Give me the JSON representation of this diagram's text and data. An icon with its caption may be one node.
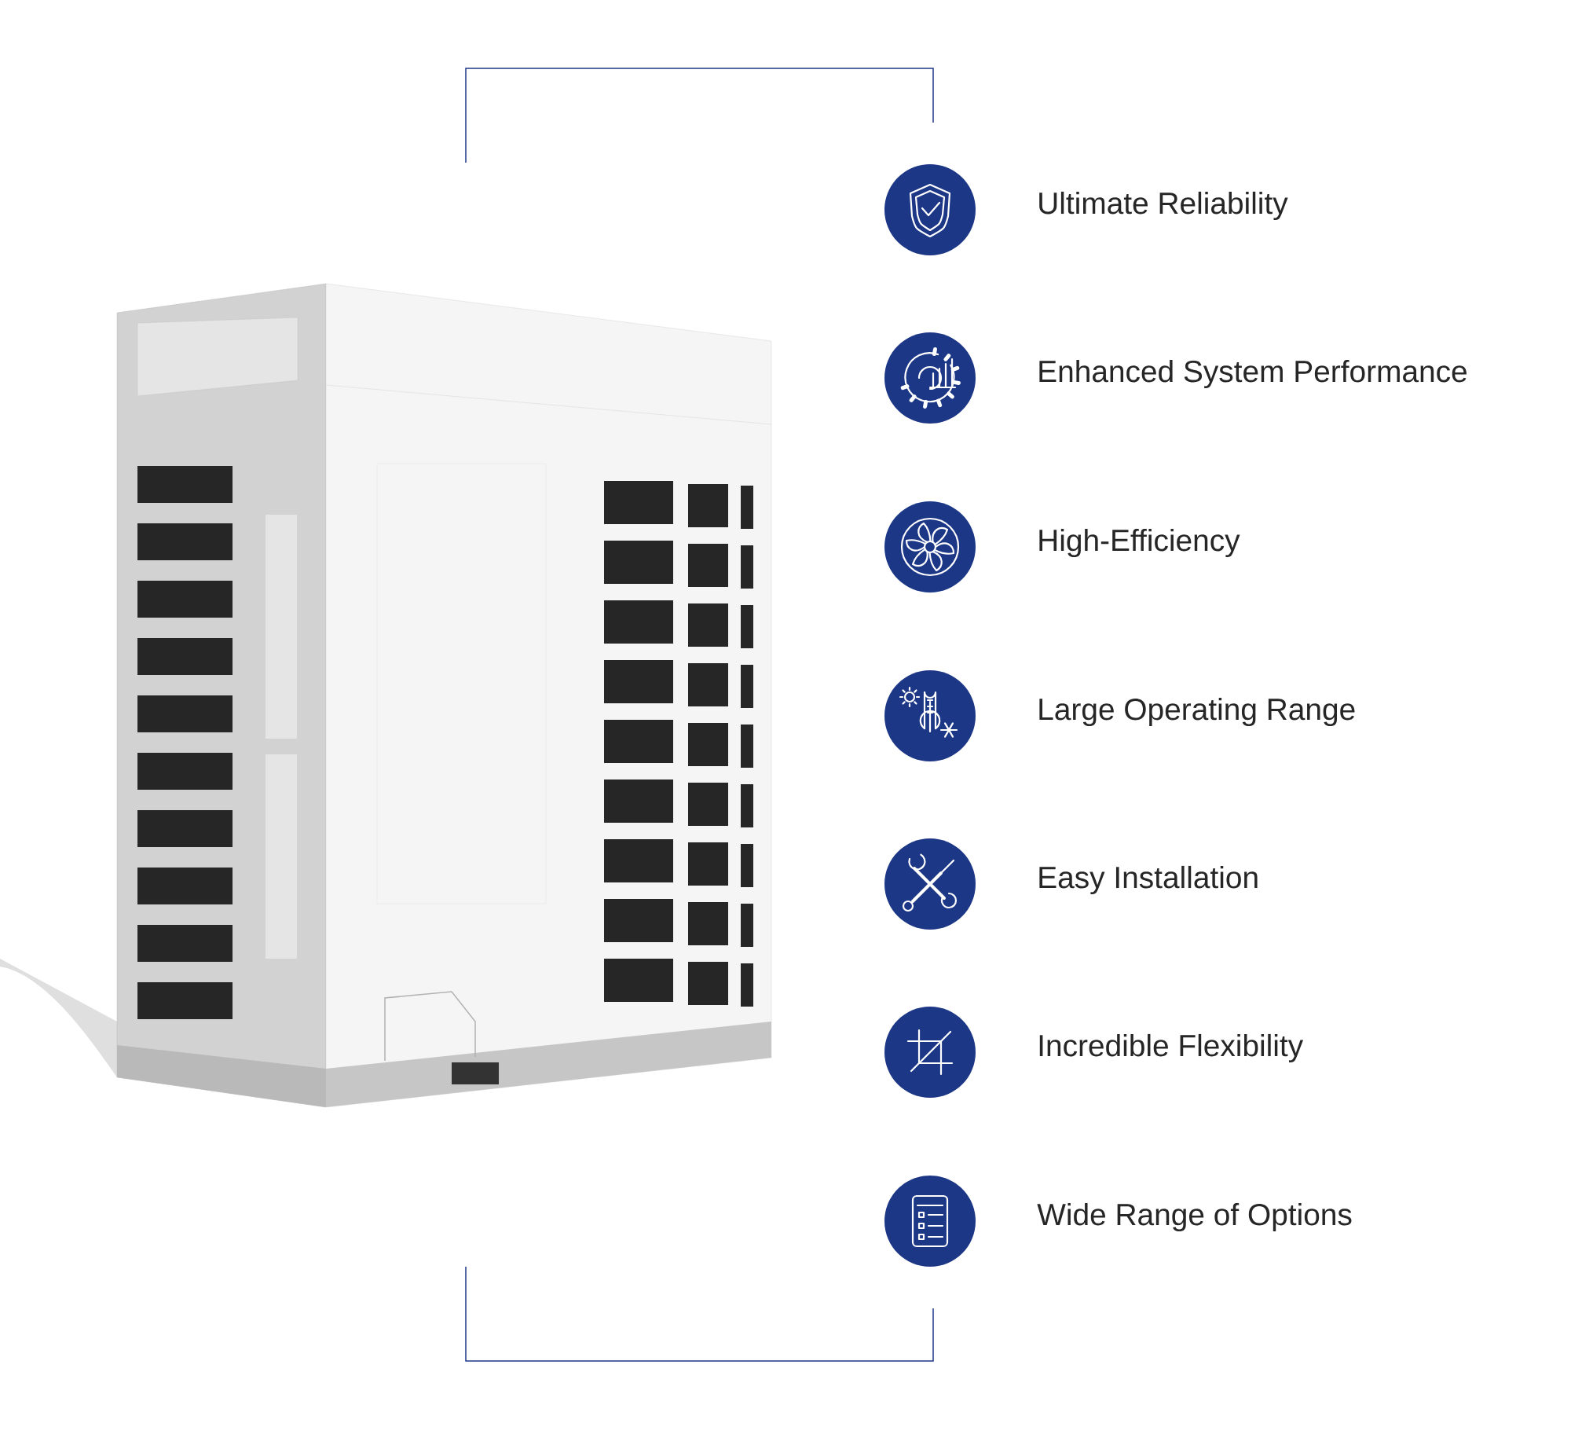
{
  "diagram": {
    "labels": [
      "Ultimate Reliability",
      "Enhanced System Performance",
      "High-Efficiency",
      "Large Operating Range",
      "Easy Installation",
      "Incredible Flexibility",
      "Wide Range of Options"
    ]
  }
}
